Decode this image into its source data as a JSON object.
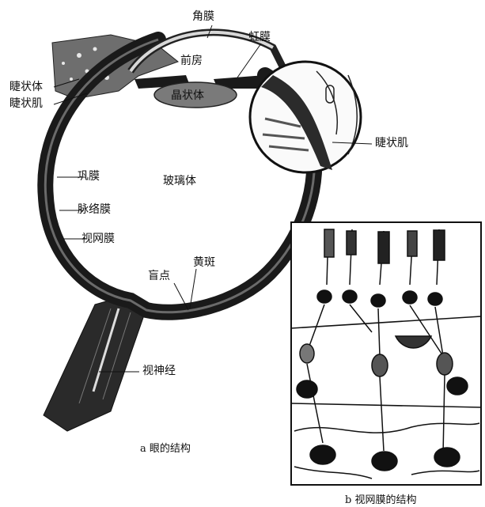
{
  "eye_labels": {
    "cornea": "角膜",
    "iris": "虹膜",
    "anterior_chamber": "前房",
    "ciliary_body": "睫状体",
    "ciliary_muscle_left": "睫状肌",
    "lens": "晶状体",
    "ciliary_muscle_right": "睫状肌",
    "sclera": "巩膜",
    "vitreous": "玻璃体",
    "choroid": "脉络膜",
    "retina": "视网膜",
    "macula": "黄斑",
    "blind_spot": "盲点",
    "optic_nerve": "视神经"
  },
  "captions": {
    "eye_structure": "a 眼的结构",
    "retina_structure": "b 视网膜的结构"
  }
}
